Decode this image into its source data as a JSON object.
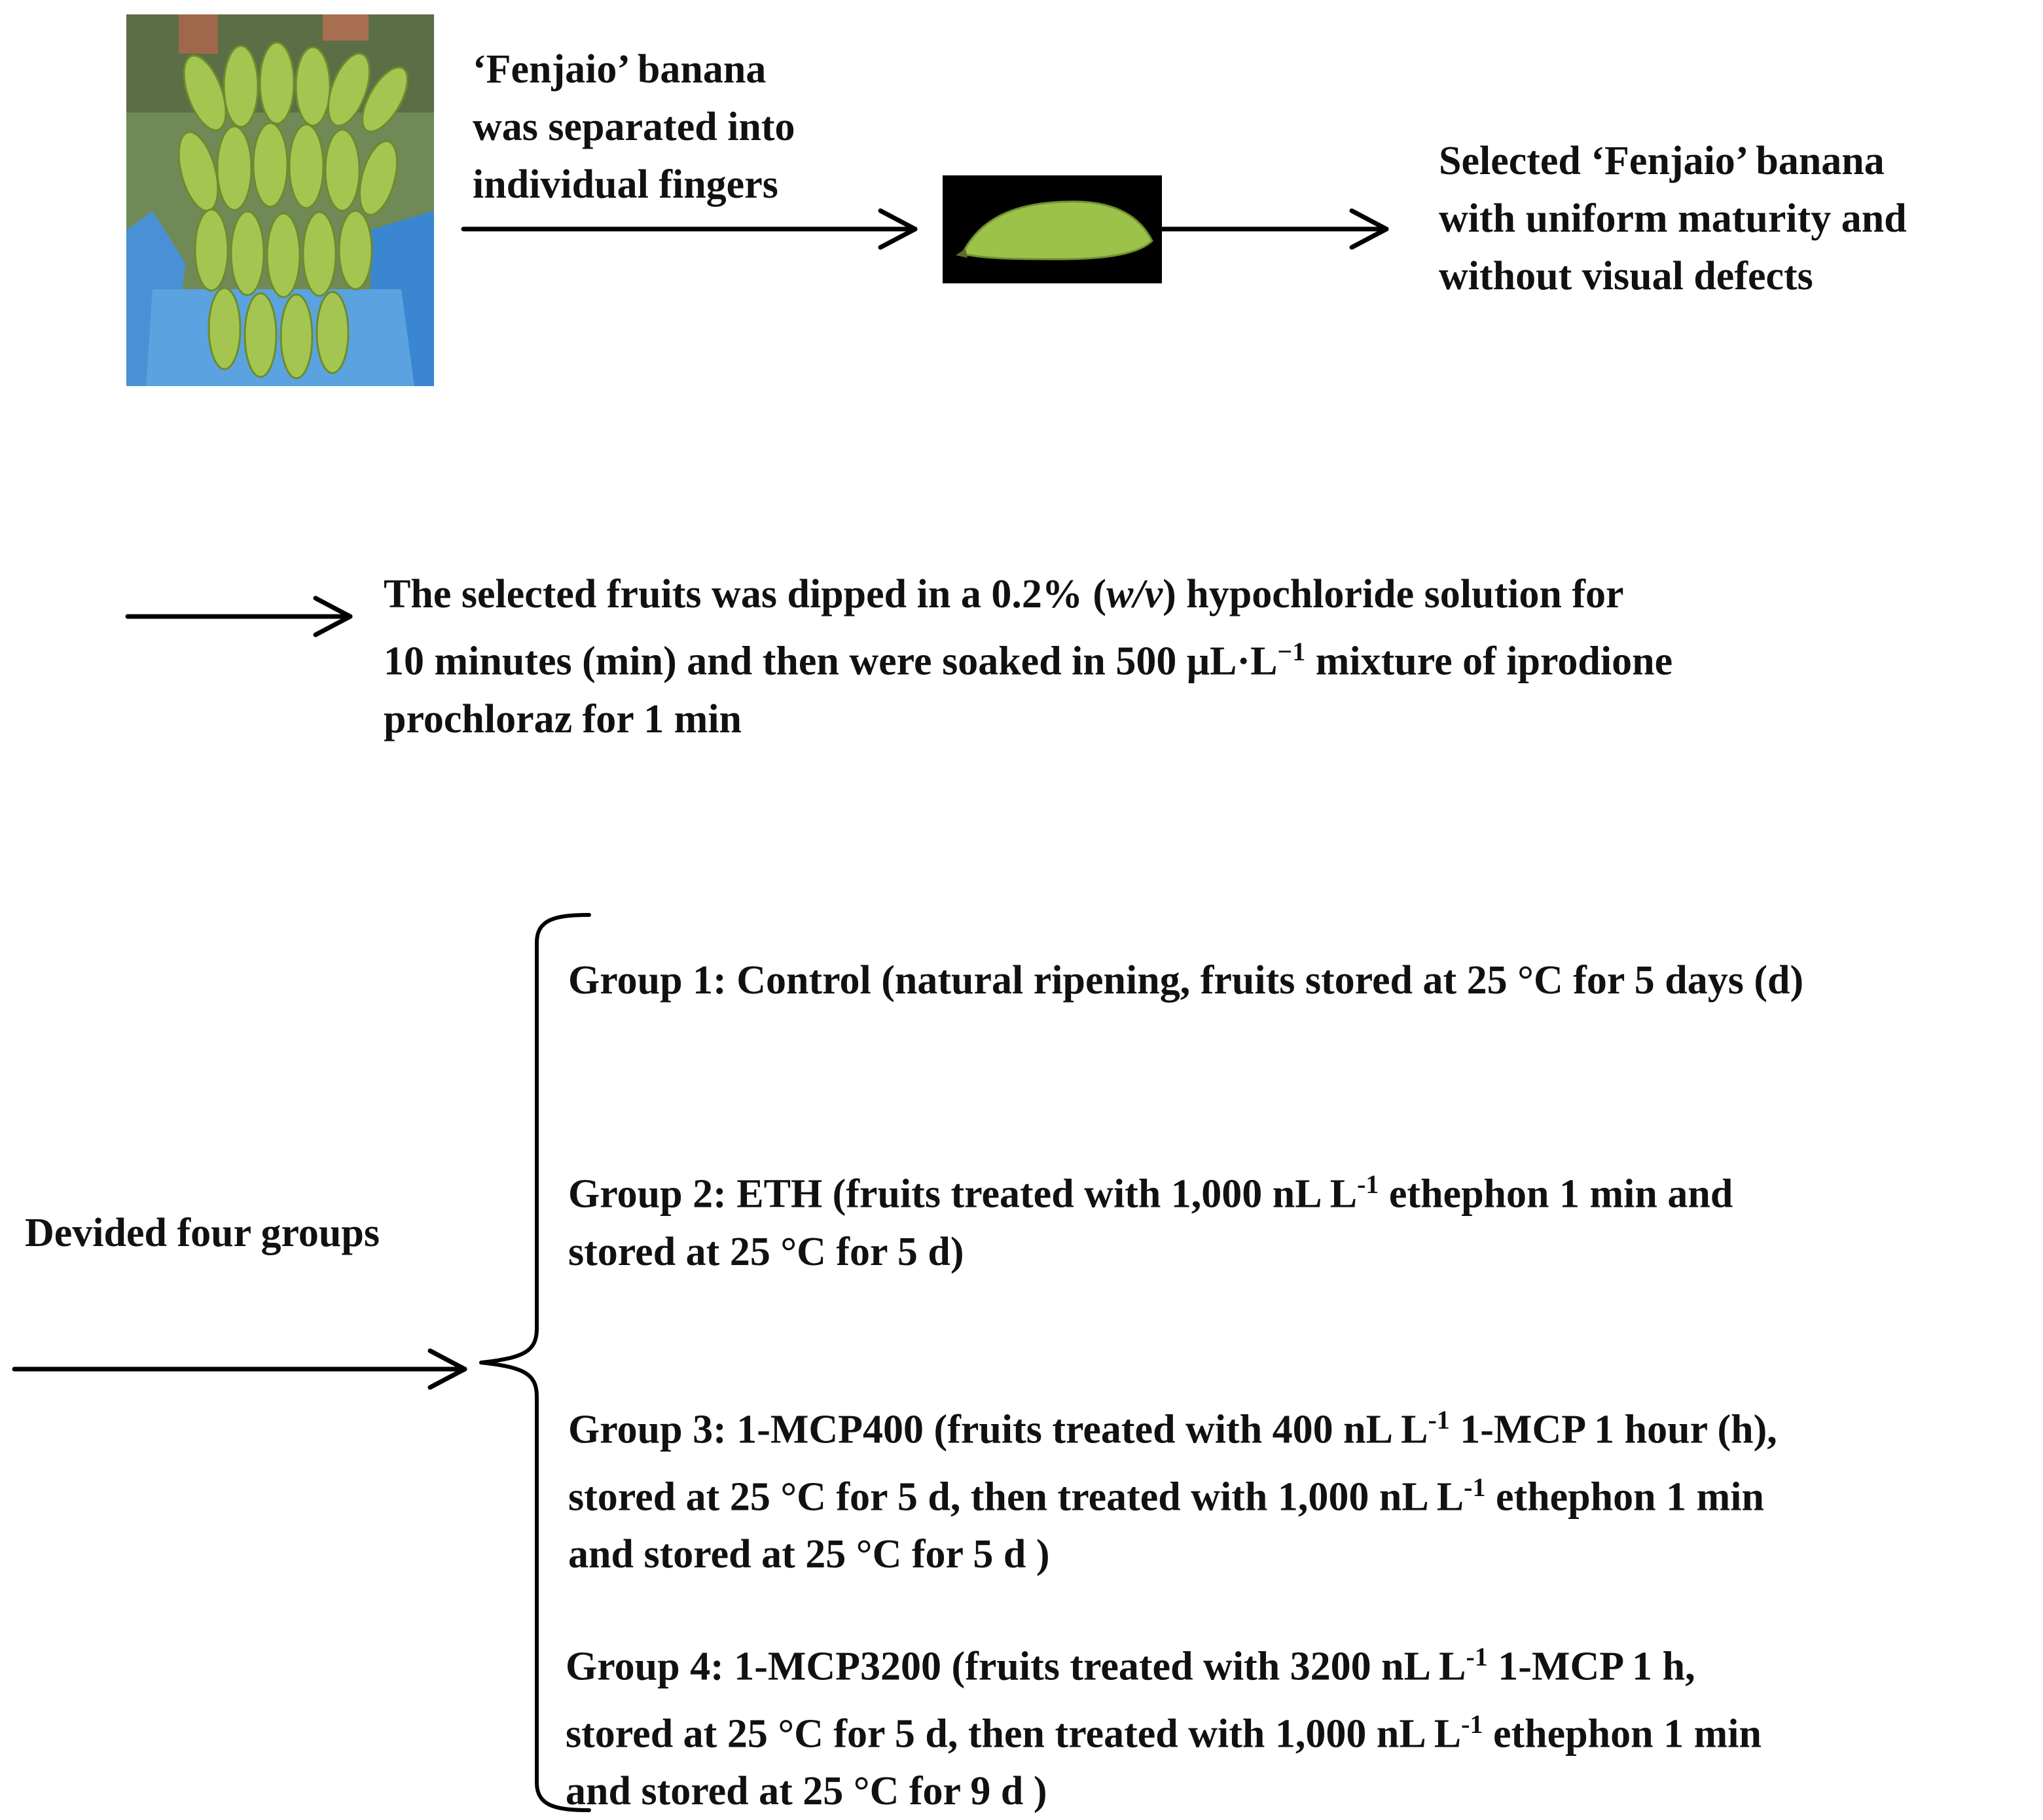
{
  "step1": {
    "lines": [
      "‘Fenjaio’ banana",
      "was separated into",
      "individual fingers"
    ]
  },
  "step2": {
    "lines": [
      "Selected ‘Fenjaio’ banana",
      "with uniform maturity and",
      "without visual defects"
    ]
  },
  "step3": {
    "line1_a": "The selected fruits was dipped in a 0.2% (",
    "line1_em": "w/v",
    "line1_b": ") hypochloride solution for",
    "line2_a": "10 minutes (min) and then were soaked in 500 μL·L",
    "line2_sup": "−1",
    "line2_b": " mixture of iprodione",
    "line3": "prochloraz for 1 min"
  },
  "divide_label": "Devided four groups",
  "groups": {
    "g1": {
      "line1": "Group 1: Control (natural ripening, fruits stored at 25 °C for 5 days (d)"
    },
    "g2": {
      "line1_a": "Group 2: ETH (fruits treated with 1,000 nL L",
      "line1_sup": "-1",
      "line1_b": " ethephon 1 min and",
      "line2": "stored at 25 °C for 5 d)"
    },
    "g3": {
      "line1_a": "Group 3: 1-MCP400 (fruits treated with 400 nL L",
      "line1_sup": "-1",
      "line1_b": " 1-MCP 1 hour (h),",
      "line2_a": "stored at 25 °C for 5 d,  then treated with 1,000 nL L",
      "line2_sup": "-1",
      "line2_b": " ethephon 1 min",
      "line3": "and stored at 25 °C for 5 d )"
    },
    "g4": {
      "line1_a": "Group 4: 1-MCP3200 (fruits treated with 3200 nL L",
      "line1_sup": "-1",
      "line1_b": " 1-MCP 1 h,",
      "line2_a": "stored at 25 °C for 5 d,  then treated with 1,000 nL L",
      "line2_sup": "-1",
      "line2_b": " ethephon 1 min",
      "line3": "and stored at 25 °C for 9 d )"
    }
  },
  "colors": {
    "banana_green": "#9cc24a",
    "bag_blue": "#3c8fd6",
    "photo_background": "#000000"
  },
  "images": {
    "bunch_photo": "photo of a banana bunch held by hand over a blue bag",
    "finger_photo": "photo of a single green banana finger on black background"
  }
}
